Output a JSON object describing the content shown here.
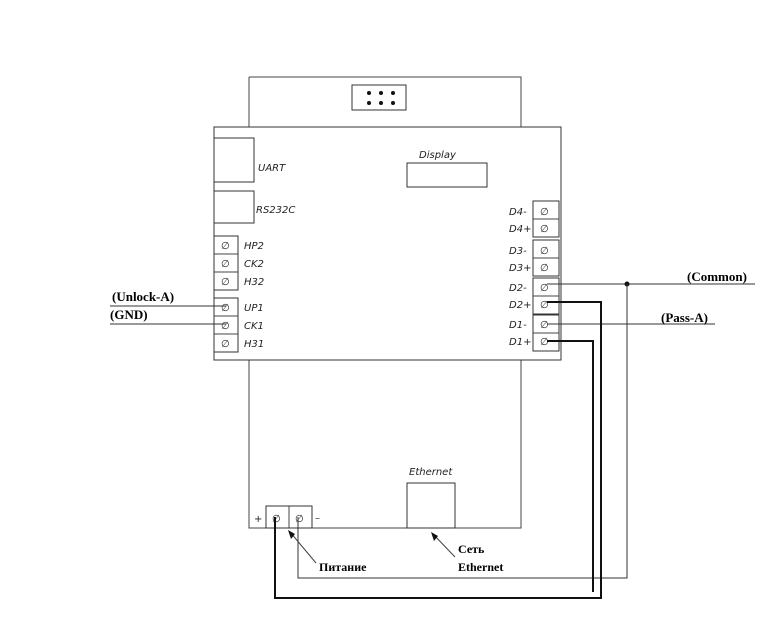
{
  "board": {
    "uart_label": "UART",
    "rs232_label": "RS232C",
    "display_label": "Display",
    "ethernet_label": "Ethernet",
    "plus_label": "+",
    "minus_label": "–"
  },
  "left_terminals": {
    "top_group": [
      "HP2",
      "CK2",
      "H32"
    ],
    "bottom_group": [
      "UP1",
      "CK1",
      "H31"
    ]
  },
  "right_terminals": [
    "D4-",
    "D4+",
    "D3-",
    "D3+",
    "D2-",
    "D2+",
    "D1-",
    "D1+"
  ],
  "terminal_symbol": "∅",
  "external_labels": {
    "unlock": "(Unlock-A)",
    "gnd": "(GND)",
    "common": "(Common)",
    "pass": "(Pass-A)",
    "power": "Питание",
    "network_ru": "Сеть",
    "network_en": "Ethernet"
  }
}
